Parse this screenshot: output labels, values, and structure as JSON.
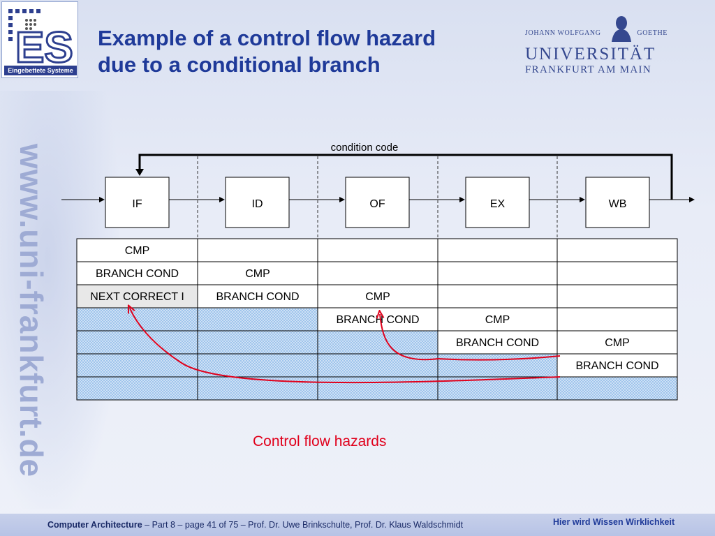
{
  "header": {
    "logo_caption": "Eingebettete Systeme",
    "logo_letters": "ES",
    "title_line1": "Example of a control flow hazard",
    "title_line2": "due to a conditional branch"
  },
  "university_logo": {
    "top_left": "JOHANN WOLFGANG",
    "top_right": "GOETHE",
    "name": "UNIVERSITÄT",
    "city": "FRANKFURT AM MAIN"
  },
  "side_url": "www.uni-frankfurt.de",
  "pipeline": {
    "feedback_label": "condition code",
    "stages": [
      "IF",
      "ID",
      "OF",
      "EX",
      "WB"
    ],
    "rows": [
      [
        "CMP",
        "",
        "",
        "",
        ""
      ],
      [
        "BRANCH COND",
        "CMP",
        "",
        "",
        ""
      ],
      [
        "NEXT CORRECT I",
        "BRANCH COND",
        "CMP",
        "",
        ""
      ],
      [
        "",
        "",
        "BRANCH COND",
        "CMP",
        ""
      ],
      [
        "",
        "",
        "",
        "BRANCH COND",
        "CMP"
      ],
      [
        "",
        "",
        "",
        "",
        "BRANCH COND"
      ],
      [
        "",
        "",
        "",
        "",
        ""
      ]
    ],
    "hatched_cells": [
      [
        3,
        0
      ],
      [
        3,
        1
      ],
      [
        4,
        0
      ],
      [
        4,
        1
      ],
      [
        4,
        2
      ],
      [
        5,
        0
      ],
      [
        5,
        1
      ],
      [
        5,
        2
      ],
      [
        5,
        3
      ],
      [
        6,
        0
      ],
      [
        6,
        1
      ],
      [
        6,
        2
      ],
      [
        6,
        3
      ],
      [
        6,
        4
      ]
    ],
    "shaded_cells": [
      [
        2,
        0
      ]
    ]
  },
  "hazard_label": "Control flow hazards",
  "colors": {
    "title": "#1f3a99",
    "hazard": "#e0001b",
    "hatch": "#9ec4ec"
  },
  "footer": {
    "course": "Computer Architecture",
    "details": " – Part 8 – page 41 of 75 – Prof. Dr. Uwe Brinkschulte, Prof. Dr. Klaus Waldschmidt",
    "slogan": "Hier wird Wissen Wirklichkeit"
  }
}
